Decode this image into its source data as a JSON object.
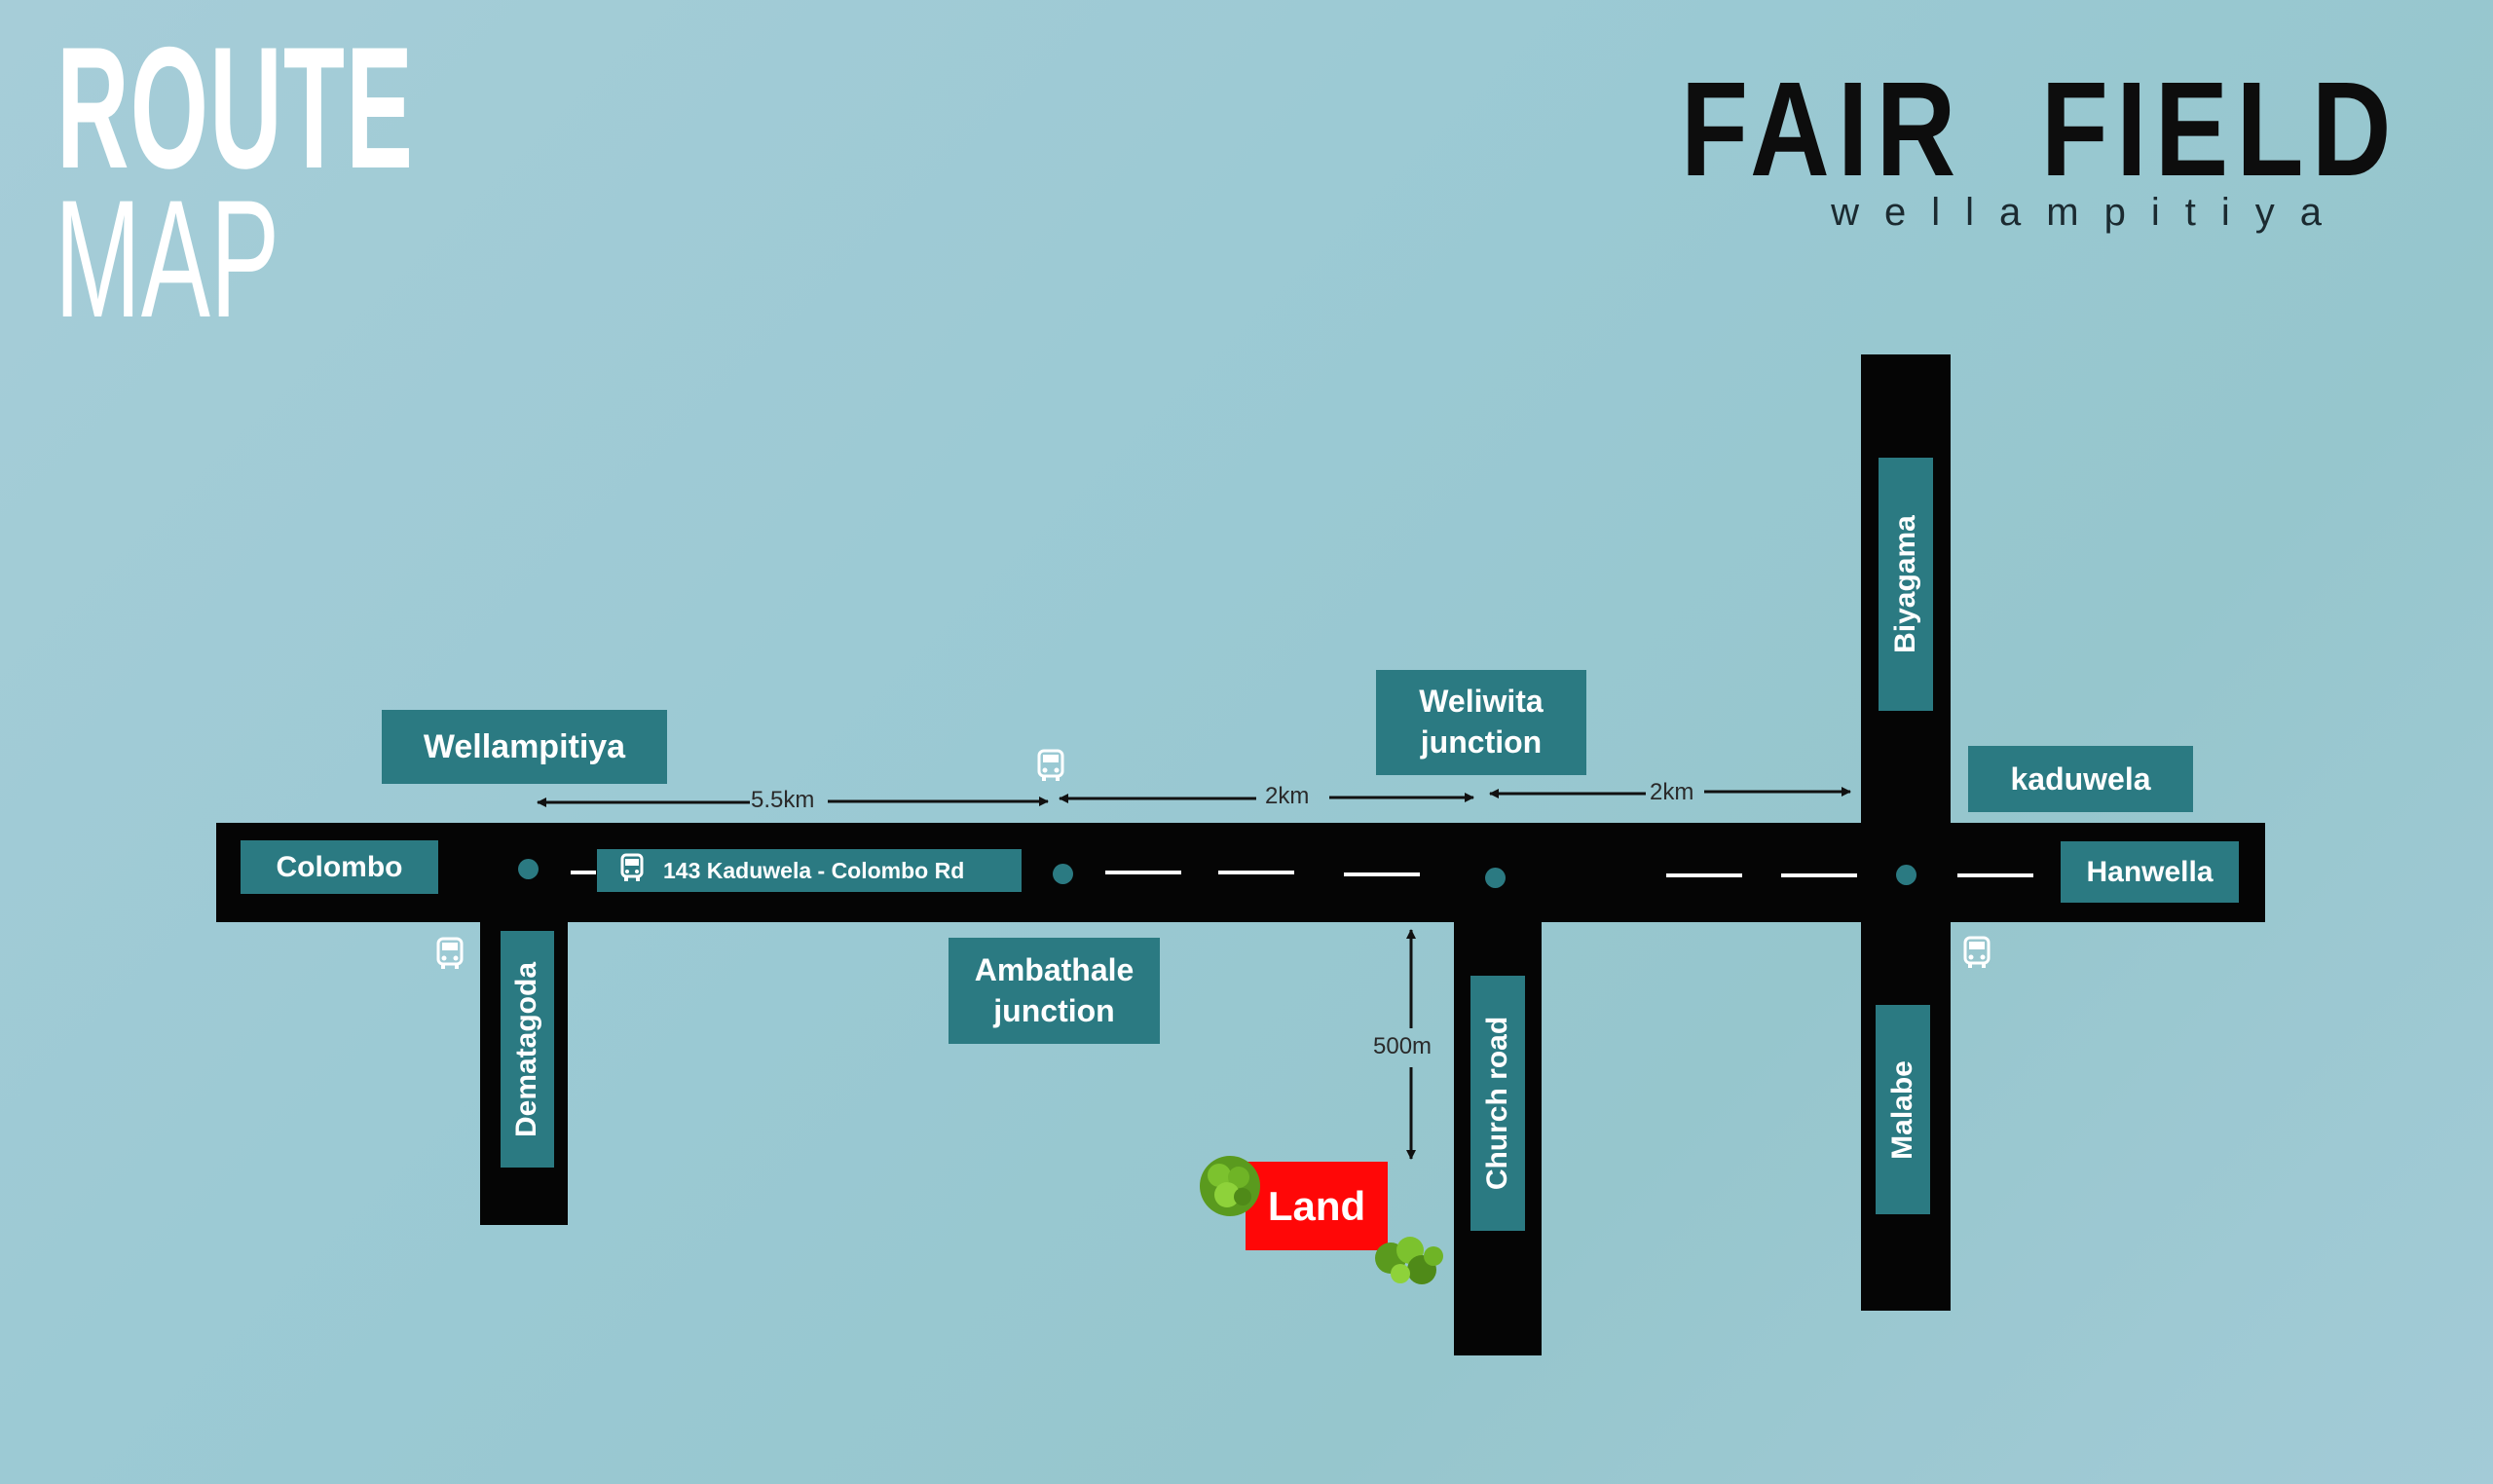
{
  "title": {
    "line1": "ROUTE",
    "line2": "MAP"
  },
  "brand": {
    "name": "FAIR  FIELD",
    "subtitle": "wellampitiya"
  },
  "labels": {
    "colombo": "Colombo",
    "wellampitiya": "Wellampitiya",
    "route": "143 Kaduwela - Colombo Rd",
    "weliwita_1": "Weliwita",
    "weliwita_2": "junction",
    "ambathale_1": "Ambathale",
    "ambathale_2": "junction",
    "kaduwela": "kaduwela",
    "hanwella": "Hanwella",
    "dematagoda": "Dematagoda",
    "church_road": "Church road",
    "biyagama": "Biyagama",
    "malabe": "Malabe",
    "land": "Land"
  },
  "distances": {
    "d1": "5.5km",
    "d2": "2km",
    "d3": "2km",
    "d4": "500m"
  },
  "icons": [
    "bus-icon",
    "tree-icon",
    "arrow-icon"
  ],
  "colors": {
    "road": "#050505",
    "label_bg": "#2b7a82",
    "land": "#ff0707",
    "background": "#9ac9d3"
  }
}
